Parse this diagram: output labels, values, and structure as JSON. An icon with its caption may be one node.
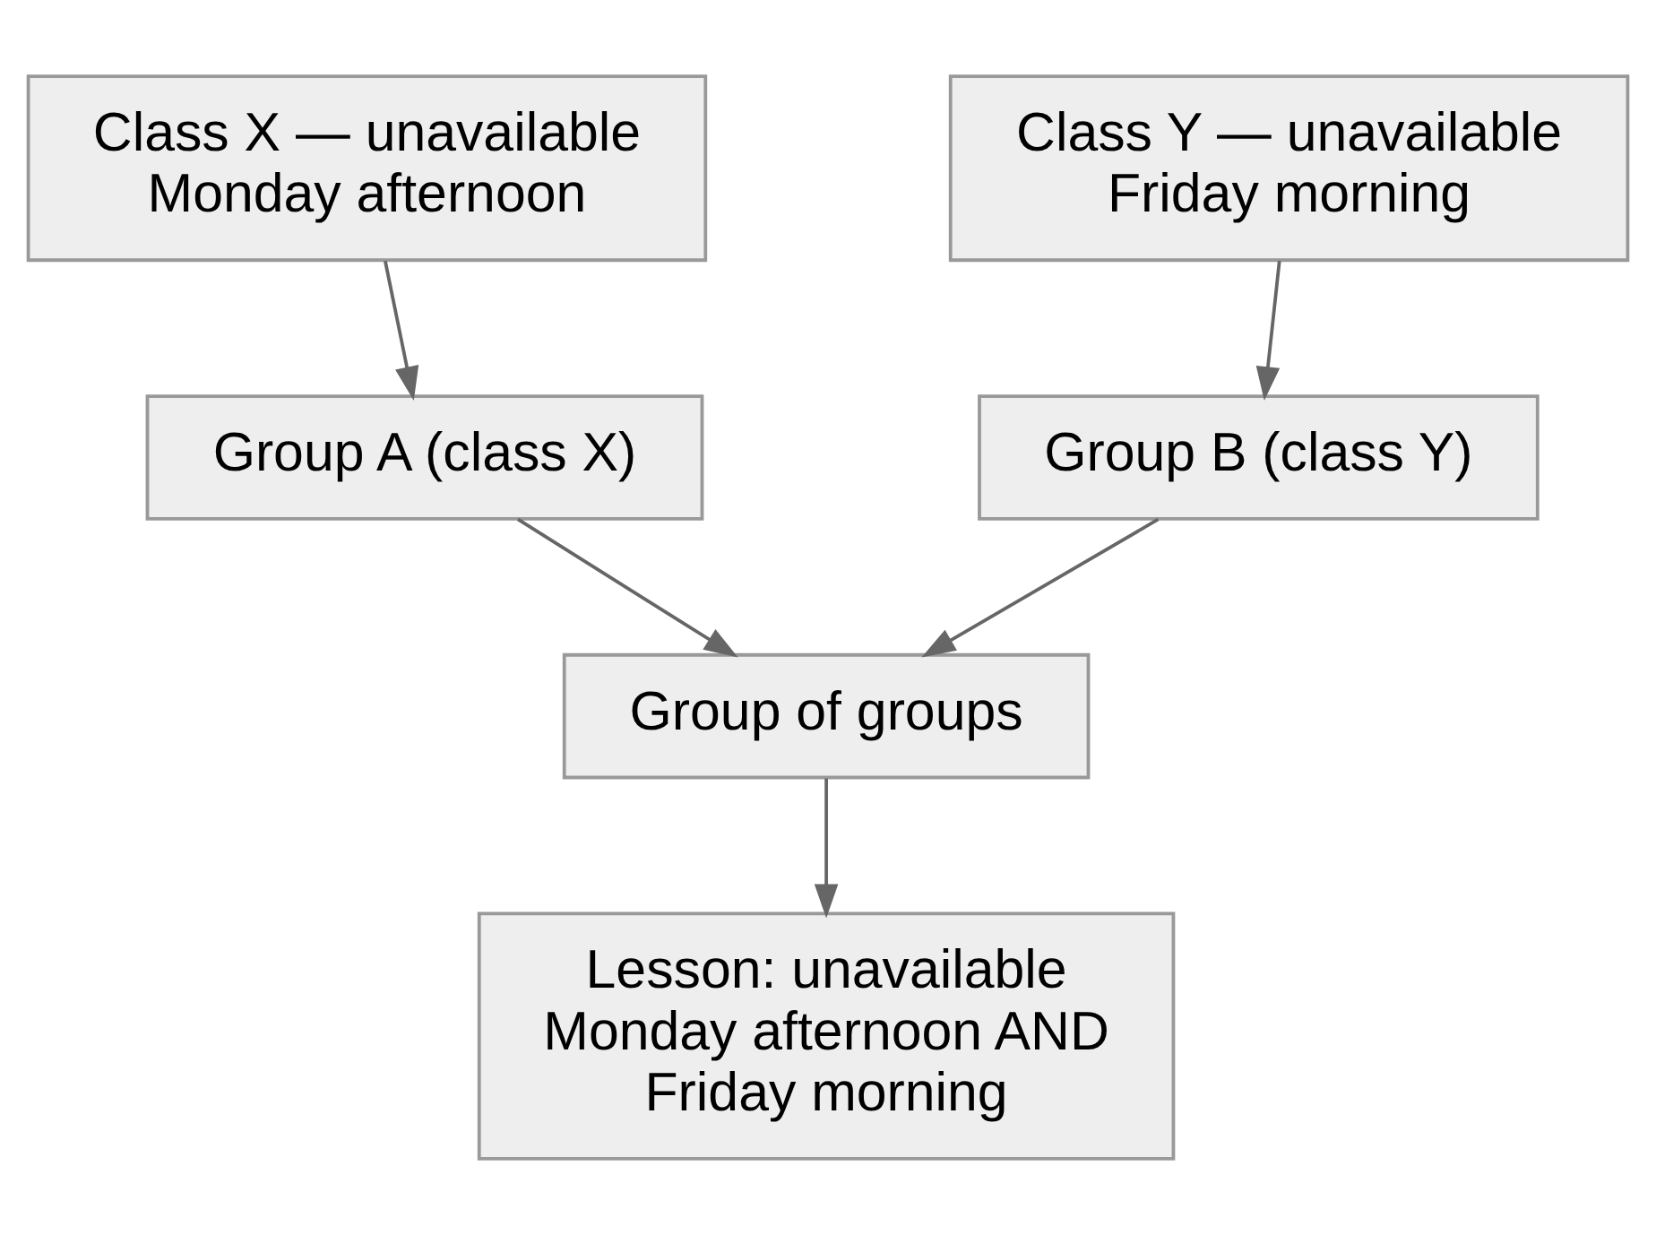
{
  "diagram": {
    "nodes": [
      {
        "text": [
          "Class X — unavailable Monday afternoon"
        ]
      },
      {
        "text": [
          "Class Y — unavailable Friday morning"
        ]
      },
      {
        "text": [
          "Group A (class X)"
        ]
      },
      {
        "text": [
          "Group B (class Y)"
        ]
      },
      {
        "text": [
          "Group of groups"
        ]
      },
      {
        "text": [
          "Lesson: unavailable Monday afternoon AND Friday morning"
        ]
      }
    ],
    "edges": [
      {
        "from": 0,
        "to": 2,
        "arrow": "to"
      },
      {
        "from": 1,
        "to": 3,
        "arrow": "to"
      },
      {
        "from": 2,
        "to": 4,
        "arrow": "to"
      },
      {
        "from": 3,
        "to": 4,
        "arrow": "to"
      },
      {
        "from": 4,
        "to": 5,
        "arrow": "to"
      }
    ]
  }
}
